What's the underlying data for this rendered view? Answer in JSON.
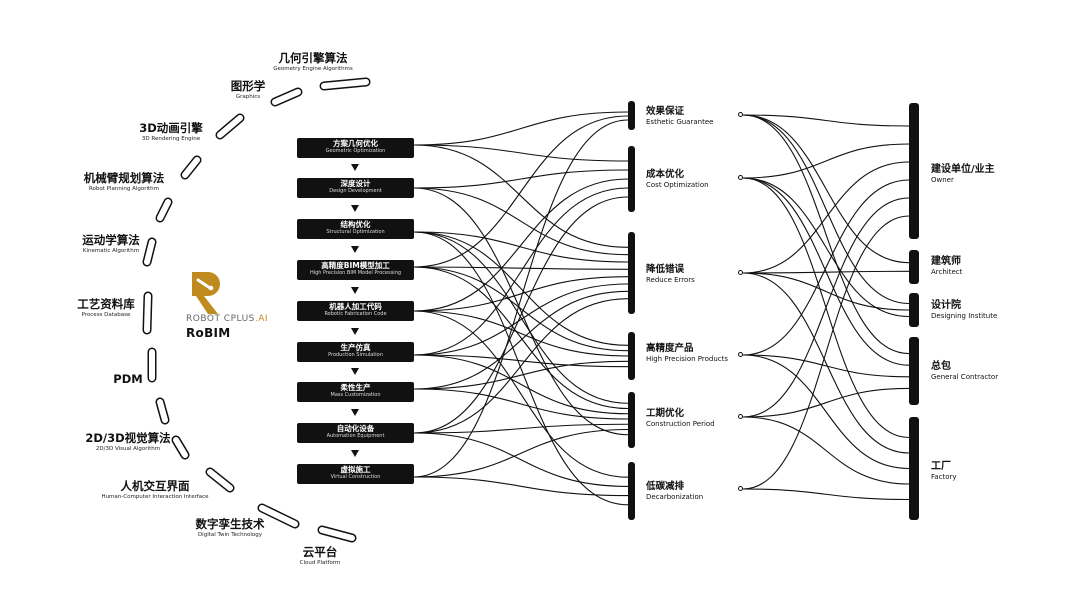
{
  "arc_items": [
    {
      "cn": "几何引擎算法",
      "en": "Geometry Engine Algorithms"
    },
    {
      "cn": "图形学",
      "en": "Graphics"
    },
    {
      "cn": "3D动画引擎",
      "en": "3D Rendering Engine"
    },
    {
      "cn": "机械臂规划算法",
      "en": "Robot Planning Algorithm"
    },
    {
      "cn": "运动学算法",
      "en": "Kinematic Algorithm"
    },
    {
      "cn": "工艺资料库",
      "en": "Process Database"
    },
    {
      "cn": "PDM",
      "en": ""
    },
    {
      "cn": "2D/3D视觉算法",
      "en": "2D/3D Visual Algorithm"
    },
    {
      "cn": "人机交互界面",
      "en": "Human-Computer Interaction Interface"
    },
    {
      "cn": "数字孪生技术",
      "en": "Digital Twin Technology"
    },
    {
      "cn": "云平台",
      "en": "Cloud Platform"
    }
  ],
  "logo": {
    "brand_left": "ROBOT CPLUS",
    "brand_right": ".AI",
    "name": "RoBIM"
  },
  "steps": [
    {
      "cn": "方案几何优化",
      "en": "Geometric Optimization"
    },
    {
      "cn": "深度设计",
      "en": "Design Development"
    },
    {
      "cn": "结构优化",
      "en": "Structural Optimization"
    },
    {
      "cn": "高精度BIM模型加工",
      "en": "High Precision BIM Model Processing"
    },
    {
      "cn": "机器人加工代码",
      "en": "Robotic Fabrication Code"
    },
    {
      "cn": "生产仿真",
      "en": "Production Simulation"
    },
    {
      "cn": "柔性生产",
      "en": "Mass Customization"
    },
    {
      "cn": "自动化设备",
      "en": "Automation Equipment"
    },
    {
      "cn": "虚拟施工",
      "en": "Virtual Construction"
    }
  ],
  "benefits": [
    {
      "cn": "效果保证",
      "en": "Esthetic Guarantee"
    },
    {
      "cn": "成本优化",
      "en": "Cost Optimization"
    },
    {
      "cn": "降低错误",
      "en": "Reduce Errors"
    },
    {
      "cn": "高精度产品",
      "en": "High Precision Products"
    },
    {
      "cn": "工期优化",
      "en": "Construction Period"
    },
    {
      "cn": "低碳减排",
      "en": "Decarbonization"
    }
  ],
  "stakeholders": [
    {
      "cn": "建设单位/业主",
      "en": "Owner"
    },
    {
      "cn": "建筑师",
      "en": "Architect"
    },
    {
      "cn": "设计院",
      "en": "Designing Institute"
    },
    {
      "cn": "总包",
      "en": "General Contractor"
    },
    {
      "cn": "工厂",
      "en": "Factory"
    }
  ],
  "colors": {
    "ink": "#111111",
    "accent": "#c08a1e"
  }
}
